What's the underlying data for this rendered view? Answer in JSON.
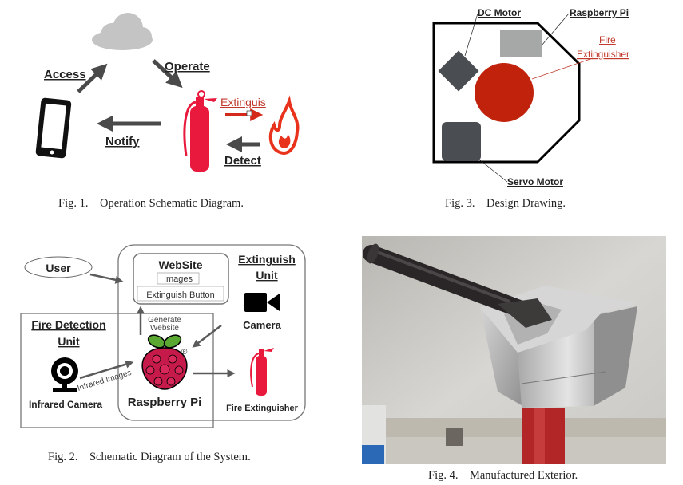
{
  "figures": {
    "fig1": {
      "caption": "Fig. 1.    Operation Schematic Diagram.",
      "labels": {
        "access": "Access",
        "operate": "Operate",
        "extinguish": "Extinguis",
        "notify": "Notify",
        "detect": "Detect"
      },
      "icons": [
        "cloud-icon",
        "smartphone-icon",
        "fire-extinguisher-icon",
        "flame-icon"
      ]
    },
    "fig2": {
      "caption": "Fig. 2.    Schematic Diagram of the System.",
      "user": "User",
      "website": {
        "title": "WebSite",
        "images": "Images",
        "button": "Extinguish Button"
      },
      "extinguish_unit": {
        "line1": "Extinguish",
        "line2": "Unit"
      },
      "fire_detection_unit": {
        "line1": "Fire Detection",
        "line2": "Unit"
      },
      "camera": "Camera",
      "generate_website": {
        "line1": "Generate",
        "line2": "Website"
      },
      "infrared_images": "Infrared Images",
      "infrared_camera": "Infrared Camera",
      "raspberry_pi": "Raspberry Pi",
      "registered": "®",
      "fire_extinguisher": "Fire Extinguisher"
    },
    "fig3": {
      "caption": "Fig. 3.    Design Drawing.",
      "labels": {
        "dc_motor": "DC Motor",
        "raspberry_pi": "Raspberry Pi",
        "fire_line1": "Fire",
        "fire_line2": "Extinguisher",
        "servo_motor": "Servo Motor"
      }
    },
    "fig4": {
      "caption": "Fig. 4.    Manufactured Exterior."
    }
  },
  "colors": {
    "arrow": "#4a4a4a",
    "extinguisher_red": "#e8193c",
    "label_red": "#c0392b",
    "design_red": "#c0220c",
    "dark_gray": "#4a4d52",
    "light_gray": "#a6a8a8"
  }
}
